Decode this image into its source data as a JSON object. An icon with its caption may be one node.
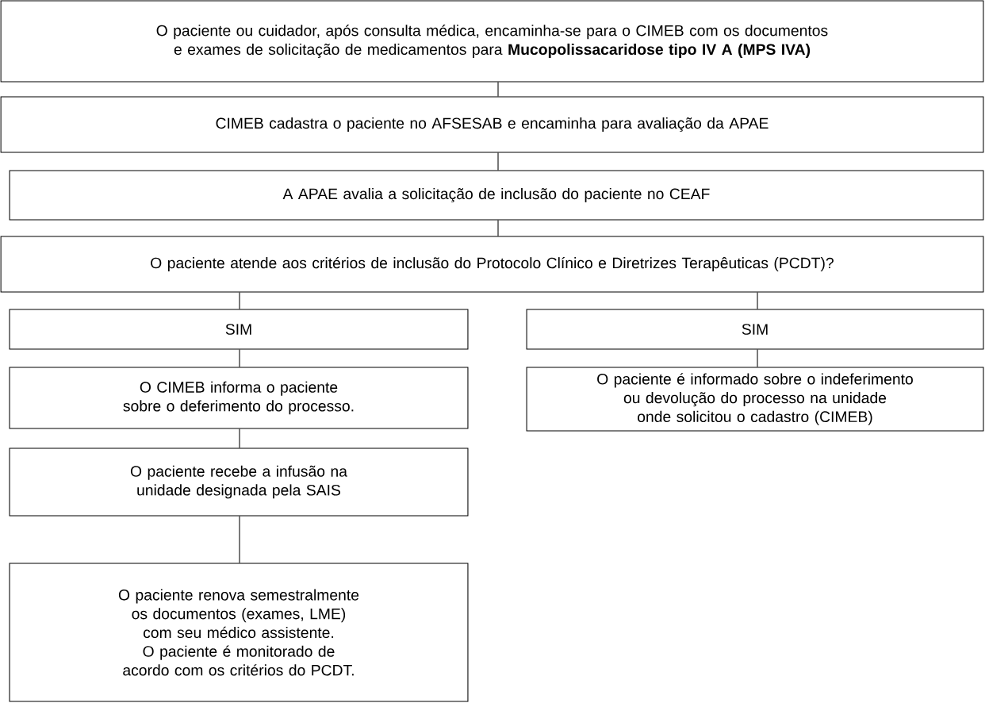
{
  "diagram": {
    "nodes": [
      {
        "text": [
          "O paciente ou cuidador, após consulta médica, encaminha-se para o CIMEB com os documentos e exames de solicitação de medicamentos para **Mucopolissacaridose tipo IV A (MPS IVA)**"
        ]
      },
      {
        "text": [
          "CIMEB cadastra o paciente no AFSESAB e encaminha para avaliação da APAE"
        ]
      },
      {
        "text": [
          "A APAE avalia a solicitação de inclusão do paciente no CEAF"
        ]
      },
      {
        "text": [
          "O paciente atende aos critérios de inclusão do Protocolo Clínico e Diretrizes Terapêuticas (PCDT)?"
        ]
      },
      {
        "text": [
          "SIM"
        ]
      },
      {
        "text": [
          "SIM"
        ]
      },
      {
        "text": [
          "O CIMEB informa o paciente sobre o deferimento do processo."
        ]
      },
      {
        "text": [
          "O paciente é informado sobre o indeferimento ou devolução do processo na unidade onde solicitou o cadastro (CIMEB)"
        ]
      },
      {
        "text": [
          "O paciente recebe a infusão na unidade designada pela SAIS"
        ]
      },
      {
        "text": [
          "O paciente renova semestralmente os documentos (exames, LME) com seu médico assistente.",
          "O paciente é monitorado de acordo com os critérios do PCDT."
        ]
      }
    ],
    "edges": [
      {
        "from": 0,
        "to": 1,
        "arrow": "none"
      },
      {
        "from": 1,
        "to": 2,
        "arrow": "none"
      },
      {
        "from": 2,
        "to": 3,
        "arrow": "none"
      },
      {
        "from": 3,
        "to": 4,
        "arrow": "none"
      },
      {
        "from": 3,
        "to": 5,
        "arrow": "none"
      },
      {
        "from": 4,
        "to": 6,
        "arrow": "none"
      },
      {
        "from": 5,
        "to": 7,
        "arrow": "none"
      },
      {
        "from": 6,
        "to": 8,
        "arrow": "none"
      },
      {
        "from": 8,
        "to": 9,
        "arrow": "none"
      }
    ]
  }
}
